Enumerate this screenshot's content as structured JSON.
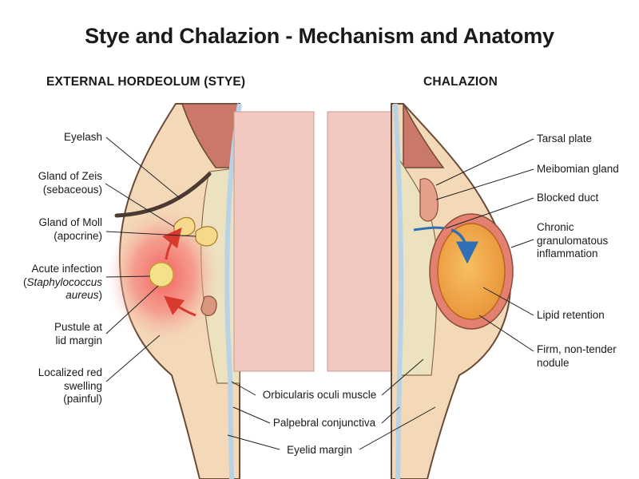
{
  "title": "Stye and Chalazion - Mechanism and Anatomy",
  "headings": {
    "left": "EXTERNAL HORDEOLUM (STYE)",
    "right": "CHALAZION"
  },
  "labels_left": {
    "eyelash": "Eyelash",
    "zeis_1": "Gland of Zeis",
    "zeis_2": "(sebaceous)",
    "moll_1": "Gland of Moll",
    "moll_2": "(apocrine)",
    "infection_1": "Acute infection",
    "infection_2a": "(",
    "infection_2b": "Staphylococcus",
    "infection_3a": "aureus",
    "infection_3b": ")",
    "pustule_1": "Pustule at",
    "pustule_2": "lid margin",
    "swelling_1": "Localized red",
    "swelling_2": "swelling",
    "swelling_3": "(painful)"
  },
  "labels_right": {
    "tarsal": "Tarsal plate",
    "meibomian": "Meibomian gland",
    "blocked": "Blocked duct",
    "chronic_1": "Chronic",
    "chronic_2": "granulomatous",
    "chronic_3": "inflammation",
    "lipid": "Lipid retention",
    "firm_1": "Firm, non-tender",
    "firm_2": "nodule"
  },
  "labels_bottom": {
    "orbicularis": "Orbicularis oculi muscle",
    "conjunctiva": "Palpebral conjunctiva",
    "margin": "Eyelid margin"
  },
  "colors": {
    "skin": "#f3d9b8",
    "skin_outline": "#6b4a35",
    "muscle": "#c9786a",
    "conjunctiva": "#b8d3e6",
    "eye_space": "#f2c9c1",
    "inflammation": "#f36b6b",
    "pustule": "#f4e28a",
    "chalazion": "#f4a94a",
    "arrow_red": "#d83b2e",
    "arrow_blue": "#2f6fb5"
  }
}
